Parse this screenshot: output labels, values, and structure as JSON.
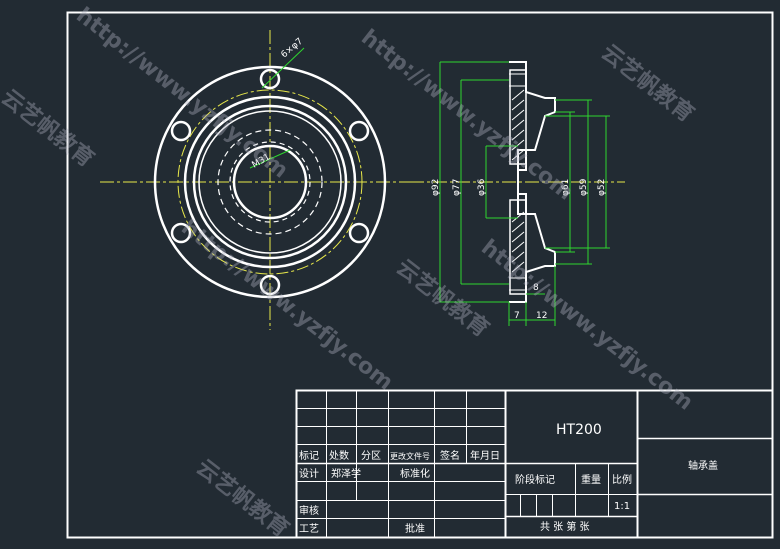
{
  "title_block": {
    "material": "HT200",
    "part_name": "轴承盖",
    "rows": {
      "r1": [
        "标记",
        "处数",
        "分区",
        "更改文件号",
        "签名",
        "年月日"
      ],
      "design_label": "设计",
      "designer": "郑泽学",
      "standardization": "标准化",
      "stage_mark": "阶段标记",
      "weight": "重量",
      "scale_label": "比例",
      "scale_value": "1:1",
      "review": "审核",
      "process": "工艺",
      "approve": "批准",
      "sheets": "共 张 第 张"
    }
  },
  "front_view": {
    "hole_note": "6×φ7",
    "thread_note": "M31"
  },
  "section_view": {
    "diameters": [
      "φ92",
      "φ77",
      "φ36",
      "φ61",
      "φ59",
      "φ52"
    ],
    "lengths": [
      "7",
      "12",
      "8"
    ]
  },
  "watermark": {
    "url_text": "http://www.yzfjy.com",
    "brand": "云艺帆教育"
  }
}
